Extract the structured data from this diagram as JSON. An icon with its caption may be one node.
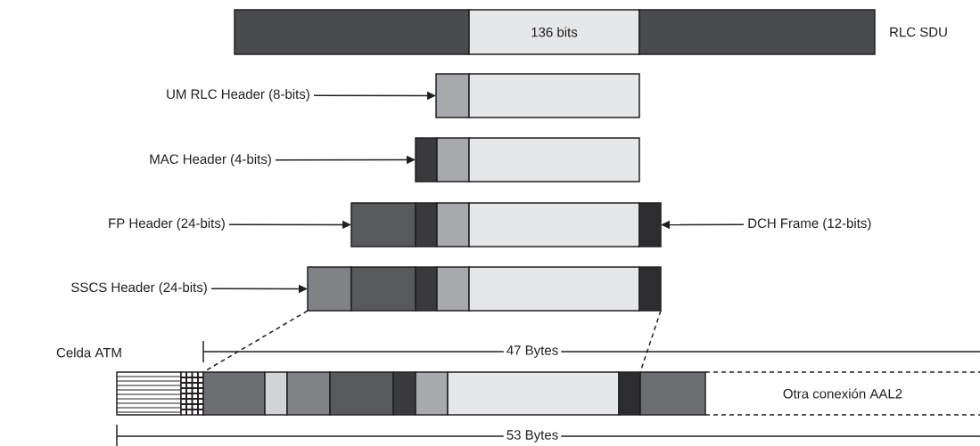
{
  "diagram": {
    "nodes": [
      {
        "text": [],
        "shape": "box"
      },
      {
        "text": [
          "136 bits"
        ]
      },
      {
        "text": [],
        "shape": "box"
      },
      {
        "text": [
          "UM RLC Header (8-bits)"
        ]
      },
      {
        "text": [],
        "shape": "box"
      },
      {
        "text": [],
        "shape": "box"
      },
      {
        "text": [
          "MAC Header (4-bits)"
        ]
      },
      {
        "text": [],
        "shape": "box"
      },
      {
        "text": [],
        "shape": "box"
      },
      {
        "text": [],
        "shape": "box"
      },
      {
        "text": [
          "FP Header (24-bits)"
        ]
      },
      {
        "text": [],
        "shape": "box"
      },
      {
        "text": [],
        "shape": "box"
      },
      {
        "text": [],
        "shape": "box"
      },
      {
        "text": [],
        "shape": "box"
      },
      {
        "text": [],
        "shape": "box"
      },
      {
        "text": [
          "DCH Frame (12-bits)"
        ]
      },
      {
        "text": [
          "SSCS Header (24-bits)"
        ]
      },
      {
        "text": [],
        "shape": "box"
      },
      {
        "text": [],
        "shape": "box"
      },
      {
        "text": [],
        "shape": "box"
      },
      {
        "text": [],
        "shape": "box"
      },
      {
        "text": [],
        "shape": "box"
      },
      {
        "text": [],
        "shape": "box"
      },
      {
        "text": [],
        "shape": "box"
      },
      {
        "text": [],
        "shape": "box"
      },
      {
        "text": [],
        "shape": "box"
      },
      {
        "text": [],
        "shape": "box"
      },
      {
        "text": [],
        "shape": "box"
      },
      {
        "text": [],
        "shape": "box"
      },
      {
        "text": [],
        "shape": "box"
      },
      {
        "text": [],
        "shape": "box"
      },
      {
        "text": [],
        "shape": "box"
      },
      {
        "text": [],
        "shape": "box"
      },
      {
        "text": [],
        "shape": "box"
      },
      {
        "text": [
          "Otra conexión AAL2"
        ]
      }
    ],
    "edges": [
      {
        "from": 3,
        "to": 4,
        "arrow": "to"
      },
      {
        "from": 6,
        "to": 7,
        "arrow": "to"
      },
      {
        "from": 10,
        "to": 11,
        "arrow": "to"
      },
      {
        "from": 16,
        "to": 15,
        "arrow": "to"
      },
      {
        "from": 17,
        "to": 18,
        "arrow": "to"
      },
      {
        "from": 18,
        "to": 26,
        "arrow": "none",
        "style": "dashed"
      },
      {
        "from": 23,
        "to": 33,
        "arrow": "none",
        "style": "dashed"
      }
    ],
    "labels": [
      "RLC SDU",
      "Celda ATM",
      "47 Bytes",
      "53 Bytes"
    ]
  }
}
